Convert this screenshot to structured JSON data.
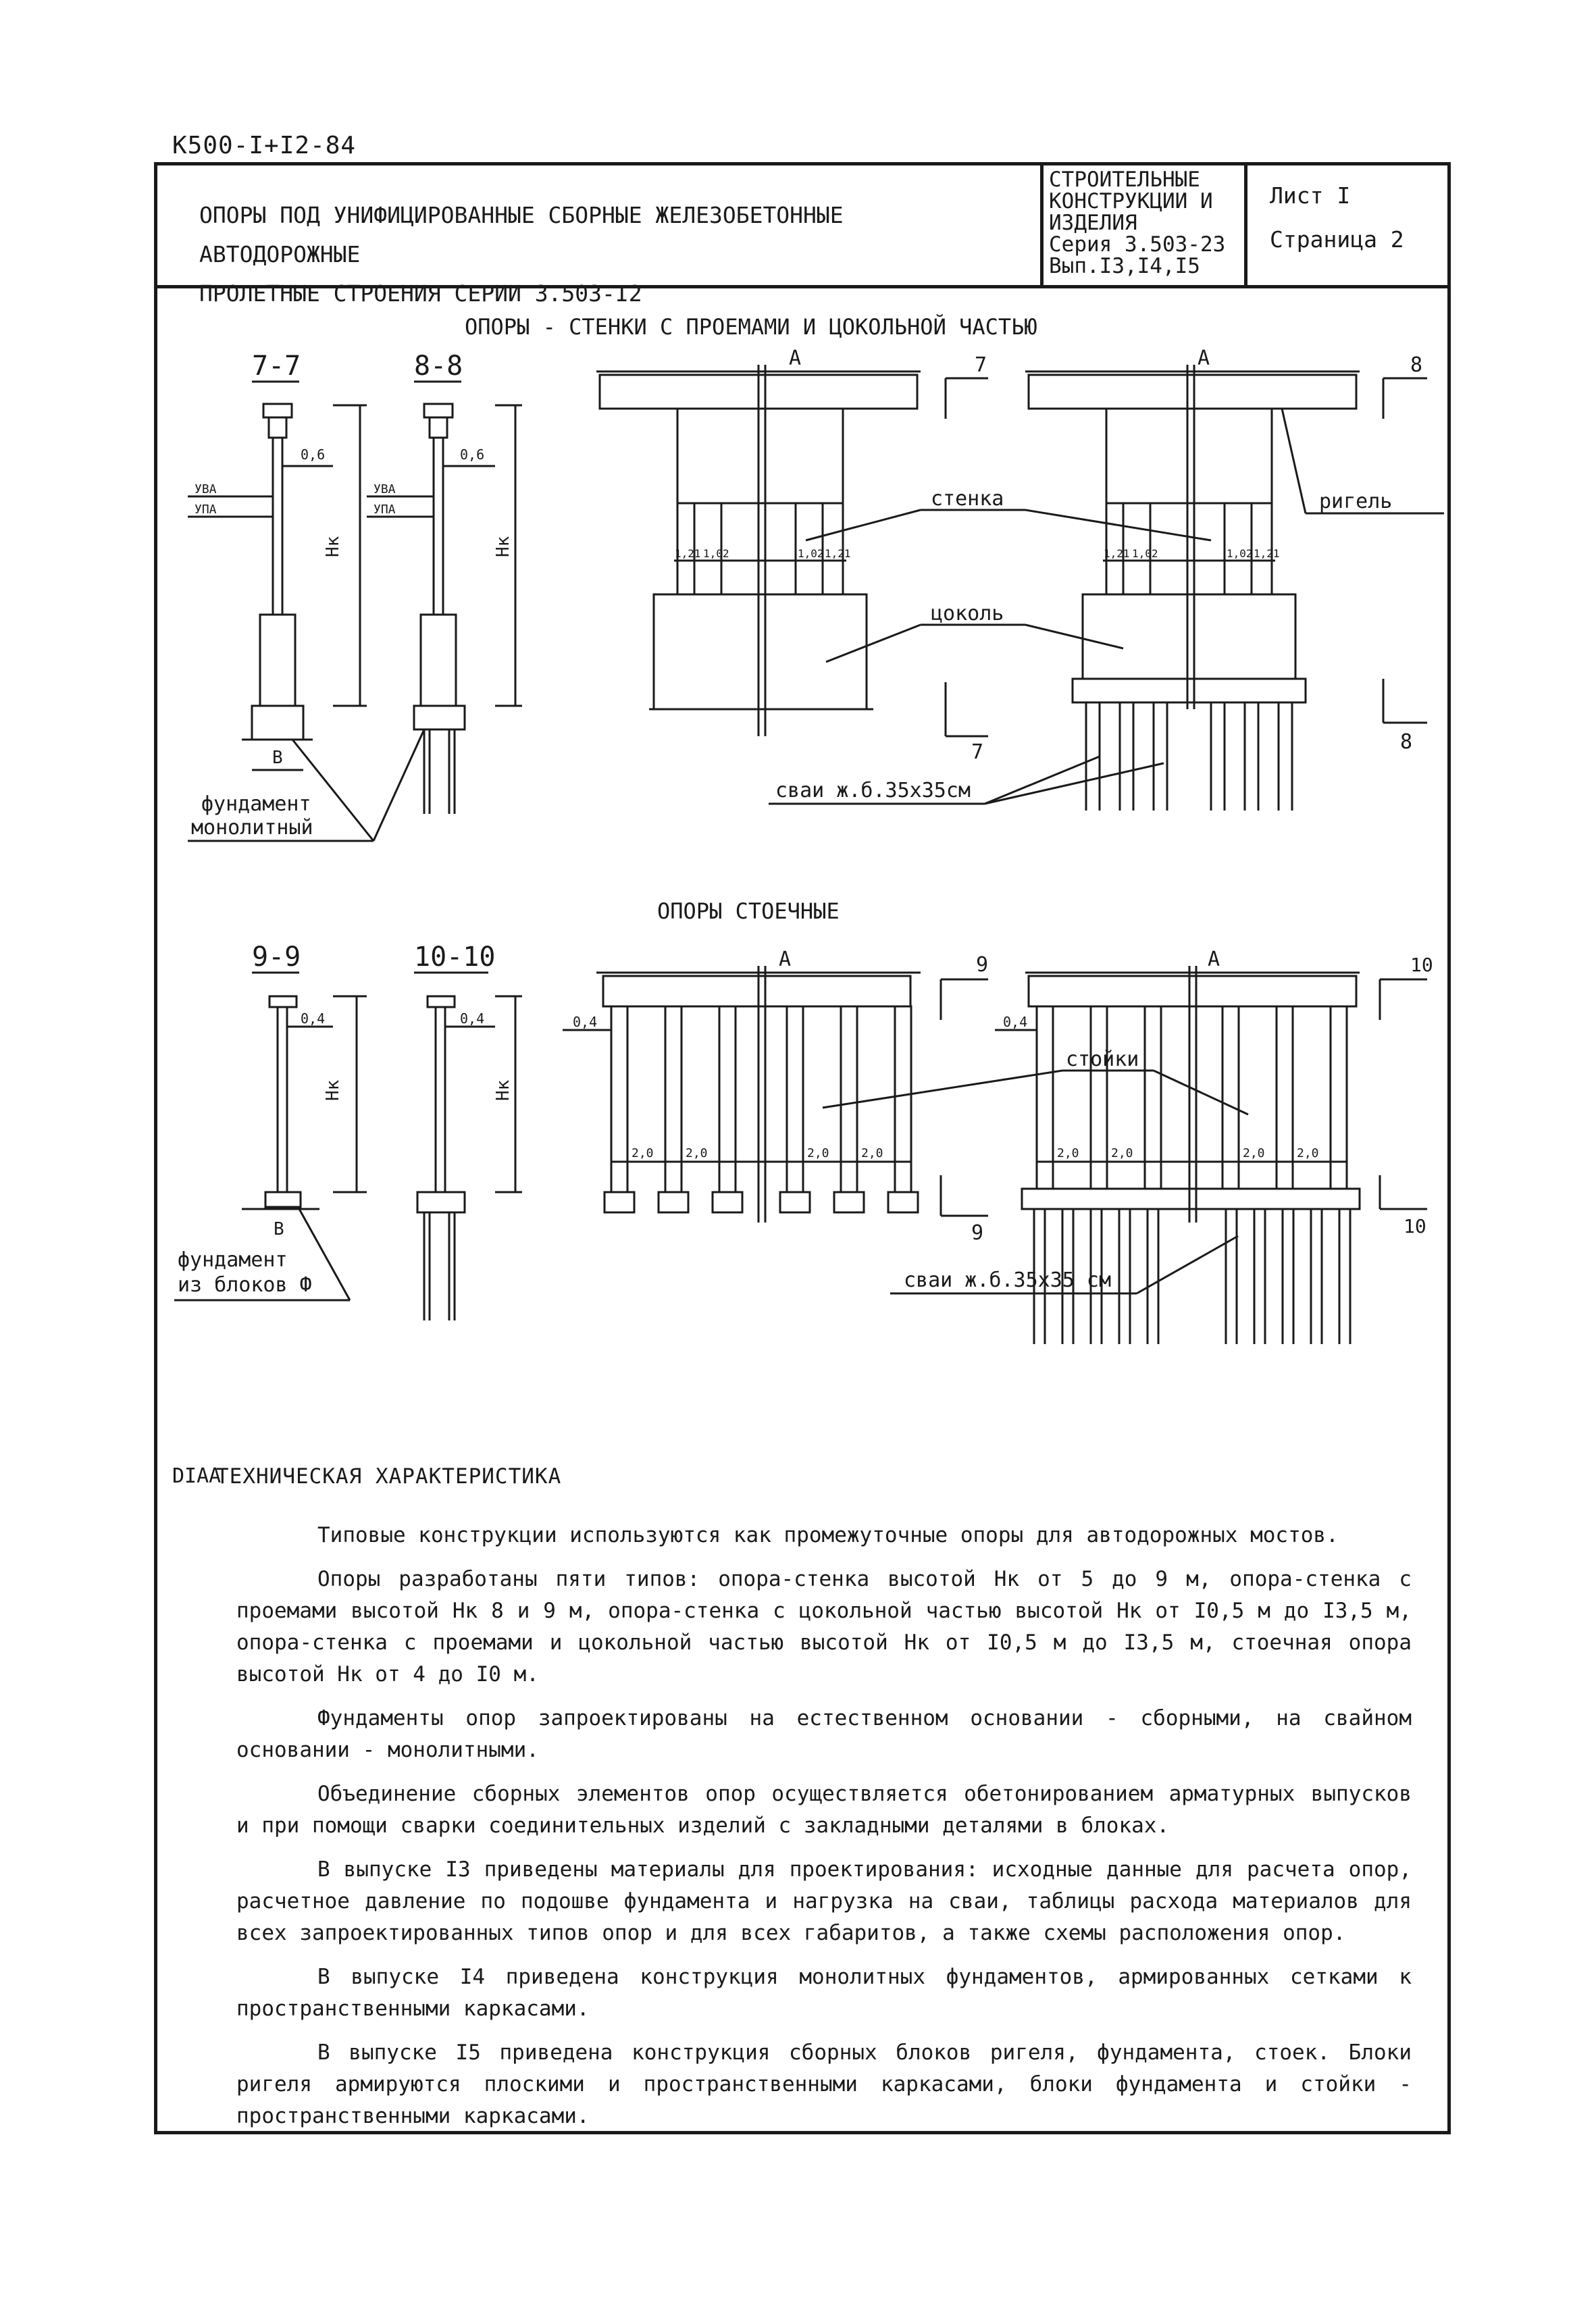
{
  "doc_code": "К500-I+I2-84",
  "header": {
    "title_line1": "ОПОРЫ ПОД УНИФИЦИРОВАННЫЕ СБОРНЫЕ ЖЕЛЕЗОБЕТОННЫЕ АВТОДОРОЖНЫЕ",
    "title_line2": "ПРОЛЕТНЫЕ СТРОЕНИЯ СЕРИИ  3.503-I2",
    "series_line1": "СТРОИТЕЛЬНЫЕ",
    "series_line2": "КОНСТРУКЦИИ И",
    "series_line3": "ИЗДЕЛИЯ",
    "series_line4": "Серия 3.503-23",
    "series_line5": "Вып.I3,I4,I5",
    "sheet": "Лист I",
    "page": "Страница 2"
  },
  "drawing": {
    "top_title": "ОПОРЫ - СТЕНКИ С ПРОЕМАМИ И ЦОКОЛЬНОЙ ЧАСТЬЮ",
    "bottom_title": "ОПОРЫ СТОЕЧНЫЕ",
    "sec_7": "7-7",
    "sec_8": "8-8",
    "sec_9": "9-9",
    "sec_10": "10-10",
    "cut_7": "7",
    "cut_8": "8",
    "cut_9": "9",
    "cut_10": "10",
    "dim_A": "A",
    "dim_B": "B",
    "dim_Hk": "Hк",
    "dim_06": "0,6",
    "dim_04": "0,4",
    "dim_121": "1,21",
    "dim_102": "1,02",
    "dim_20": "2,0",
    "uva": "УВА",
    "upa": "УПА",
    "label_wall": "стенка",
    "label_plinth": "цоколь",
    "label_crossbar": "ригель",
    "label_posts": "стойки",
    "label_found_mono_1": "фундамент",
    "label_found_mono_2": "монолитный",
    "label_found_blocks_1": "фундамент",
    "label_found_blocks_2": "из блоков Ф",
    "label_piles_1": "сваи ж.б.35х35см",
    "label_piles_2": "сваи ж.б.35х35 см"
  },
  "section": {
    "code": "DIAA",
    "title": "ТЕХНИЧЕСКАЯ ХАРАКТЕРИСТИКА"
  },
  "paragraphs": [
    "Типовые конструкции используются как промежуточные опоры для автодорожных мостов.",
    "Опоры разработаны пяти типов: опора-стенка высотой Нк от 5 до 9 м, опора-стенка с проемами высотой Нк 8 и 9 м, опора-стенка с цокольной частью высотой Нк от I0,5 м до I3,5 м, опора-стенка с проемами и цокольной частью высотой Нк от I0,5 м до I3,5 м, стоечная опора высотой Нк от 4 до I0 м.",
    "Фундаменты опор запроектированы на естественном основании - сборными, на свайном основании - монолитными.",
    "Объединение сборных элементов опор осуществляется обетонированием арматурных выпусков и при помощи сварки соединительных изделий с закладными деталями в блоках.",
    "В выпуске I3 приведены материалы для проектирования: исходные данные для расчета опор, расчетное давление по подошве фундамента и нагрузка на сваи, таблицы расхода материалов для всех запроектированных типов опор и для всех габаритов, а также схемы расположения опор.",
    "В выпуске I4 приведена конструкция монолитных фундаментов, армированных сетками к пространственными каркасами.",
    "В выпуске I5 приведена конструкция сборных блоков ригеля, фундамента, стоек. Блоки ригеля армируются плоскими и пространственными каркасами, блоки фундамента и стойки - пространственными каркасами."
  ]
}
